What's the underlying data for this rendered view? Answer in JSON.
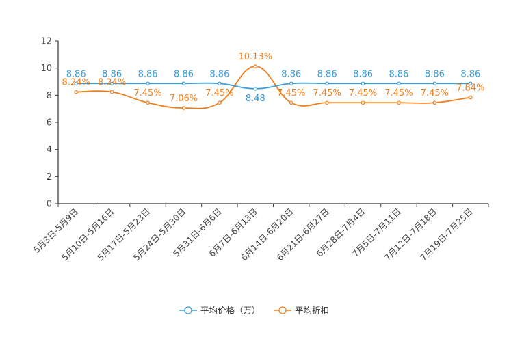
{
  "chart_data": {
    "type": "line",
    "categories": [
      "5月3日-5月9日",
      "5月10日-5月16日",
      "5月17日-5月23日",
      "5月24日-5月30日",
      "5月31日-6月6日",
      "6月7日-6月13日",
      "6月14日-6月20日",
      "6月21日-6月27日",
      "6月28日-7月4日",
      "7月5日-7月11日",
      "7月12日-7月18日",
      "7月19日-7月25日"
    ],
    "ylim": [
      0,
      12
    ],
    "yticks": [
      0,
      2,
      4,
      6,
      8,
      10,
      12
    ],
    "grid": false,
    "legend_position": "bottom-center",
    "series": [
      {
        "name": "平均价格（万）",
        "color": "#3a9bd5",
        "values": [
          8.86,
          8.86,
          8.86,
          8.86,
          8.86,
          8.48,
          8.86,
          8.86,
          8.86,
          8.86,
          8.86,
          8.86
        ],
        "labels": [
          "8.86",
          "8.86",
          "8.86",
          "8.86",
          "8.86",
          "8.48",
          "8.86",
          "8.86",
          "8.86",
          "8.86",
          "8.86",
          "8.86"
        ]
      },
      {
        "name": "平均折扣",
        "color": "#f07c17",
        "values": [
          8.24,
          8.24,
          7.45,
          7.06,
          7.45,
          10.13,
          7.45,
          7.45,
          7.45,
          7.45,
          7.45,
          7.84
        ],
        "labels": [
          "8.24%",
          "8.24%",
          "7.45%",
          "7.06%",
          "7.45%",
          "10.13%",
          "7.45%",
          "7.45%",
          "7.45%",
          "7.45%",
          "7.45%",
          "7.84%"
        ]
      }
    ]
  }
}
